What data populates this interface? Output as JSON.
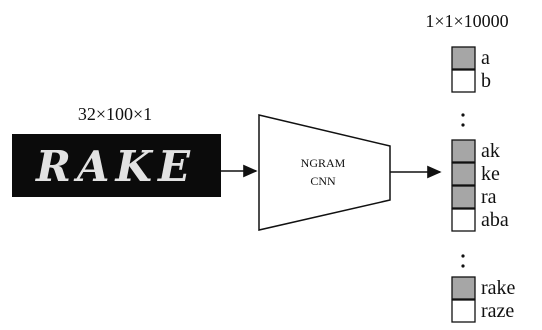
{
  "input": {
    "dimension_label": "32×100×1",
    "image_text": "RAKE"
  },
  "network": {
    "line1": "NGRAM",
    "line2": "CNN"
  },
  "output": {
    "dimension_label": "1×1×10000",
    "cells": [
      {
        "label": "a",
        "active": true
      },
      {
        "label": "b",
        "active": false
      },
      {
        "label": "ak",
        "active": true
      },
      {
        "label": "ke",
        "active": true
      },
      {
        "label": "ra",
        "active": true
      },
      {
        "label": "aba",
        "active": false
      },
      {
        "label": "rake",
        "active": true
      },
      {
        "label": "raze",
        "active": false
      }
    ],
    "active_color": "#a6a6a6",
    "inactive_color": "#ffffff"
  }
}
